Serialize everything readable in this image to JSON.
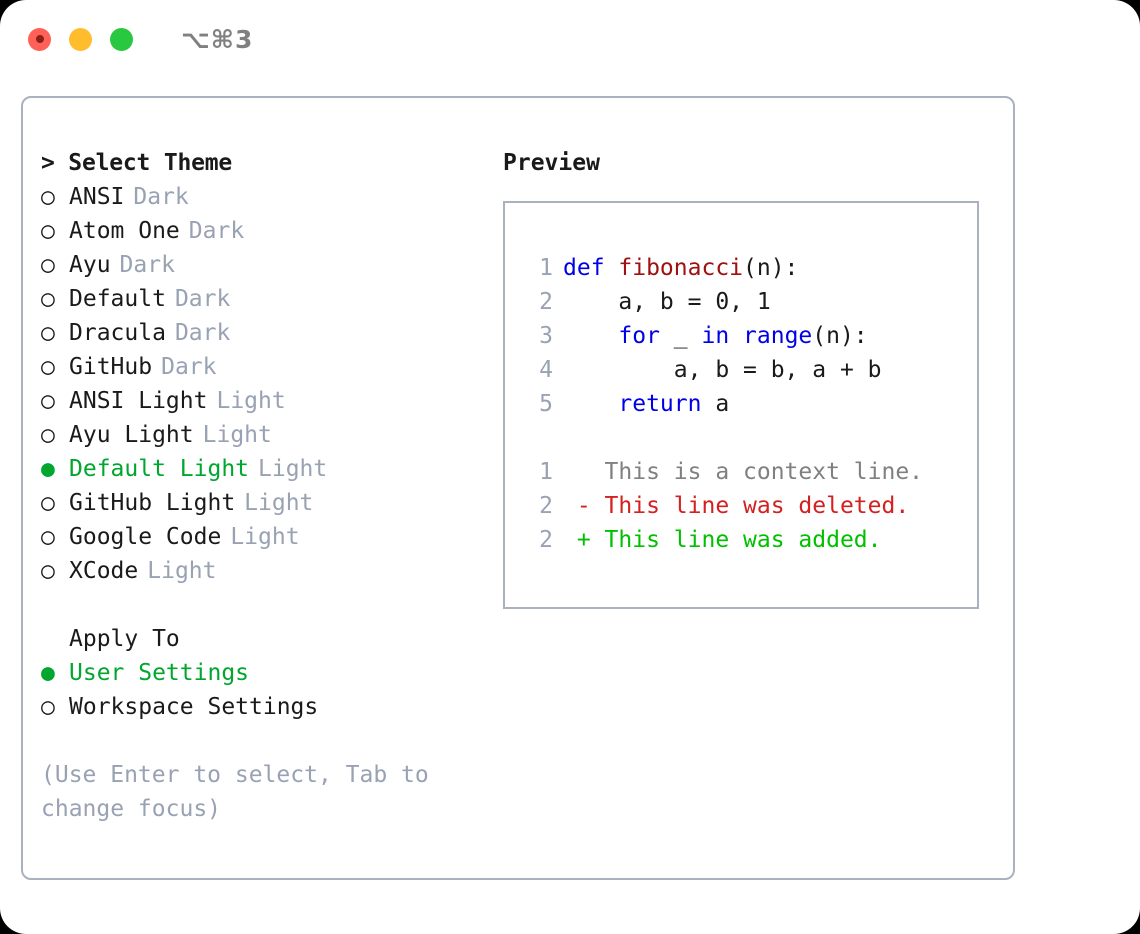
{
  "titlebar": {
    "shortcut": "⌥⌘3",
    "lights": [
      "close",
      "minimize",
      "maximize"
    ]
  },
  "theme_picker": {
    "header": "> Select Theme",
    "items": [
      {
        "marker": "○",
        "name": "ANSI",
        "tag": "Dark",
        "selected": false
      },
      {
        "marker": "○",
        "name": "Atom One",
        "tag": "Dark",
        "selected": false
      },
      {
        "marker": "○",
        "name": "Ayu",
        "tag": "Dark",
        "selected": false
      },
      {
        "marker": "○",
        "name": "Default",
        "tag": "Dark",
        "selected": false
      },
      {
        "marker": "○",
        "name": "Dracula",
        "tag": "Dark",
        "selected": false
      },
      {
        "marker": "○",
        "name": "GitHub",
        "tag": "Dark",
        "selected": false
      },
      {
        "marker": "○",
        "name": "ANSI Light",
        "tag": "Light",
        "selected": false
      },
      {
        "marker": "○",
        "name": "Ayu Light",
        "tag": "Light",
        "selected": false
      },
      {
        "marker": "●",
        "name": "Default Light",
        "tag": "Light",
        "selected": true
      },
      {
        "marker": "○",
        "name": "GitHub Light",
        "tag": "Light",
        "selected": false
      },
      {
        "marker": "○",
        "name": "Google Code",
        "tag": "Light",
        "selected": false
      },
      {
        "marker": "○",
        "name": "XCode",
        "tag": "Light",
        "selected": false
      }
    ]
  },
  "apply_to": {
    "header": "Apply To",
    "items": [
      {
        "marker": "●",
        "name": "User Settings",
        "selected": true
      },
      {
        "marker": "○",
        "name": "Workspace Settings",
        "selected": false
      }
    ]
  },
  "hint": "(Use Enter to select, Tab to change focus)",
  "preview": {
    "title": "Preview",
    "code_lines": [
      {
        "number": "1",
        "tokens": [
          {
            "text": "def ",
            "style": "kw"
          },
          {
            "text": "fibonacci",
            "style": "fn"
          },
          {
            "text": "(n):",
            "style": "plain"
          }
        ]
      },
      {
        "number": "2",
        "tokens": [
          {
            "text": "    a, b = 0, 1",
            "style": "plain"
          }
        ]
      },
      {
        "number": "3",
        "tokens": [
          {
            "text": "    ",
            "style": "plain"
          },
          {
            "text": "for",
            "style": "kw"
          },
          {
            "text": " _ ",
            "style": "plain"
          },
          {
            "text": "in range",
            "style": "kw"
          },
          {
            "text": "(n):",
            "style": "plain"
          }
        ]
      },
      {
        "number": "4",
        "tokens": [
          {
            "text": "        a, b = b, a + b",
            "style": "plain"
          }
        ]
      },
      {
        "number": "5",
        "tokens": [
          {
            "text": "    ",
            "style": "plain"
          },
          {
            "text": "return",
            "style": "kw"
          },
          {
            "text": " a",
            "style": "plain"
          }
        ]
      }
    ],
    "diff_lines": [
      {
        "number": "1",
        "tokens": [
          {
            "text": "   This is a context line.",
            "style": "ctx"
          }
        ]
      },
      {
        "number": "2",
        "tokens": [
          {
            "text": " - This line was deleted.",
            "style": "del"
          }
        ]
      },
      {
        "number": "2",
        "tokens": [
          {
            "text": " + This line was added.",
            "style": "add"
          }
        ]
      }
    ]
  },
  "colors": {
    "accent_green": "#00a62e",
    "muted": "#98a2b3",
    "border": "#aab2c0",
    "keyword_blue": "#0000e6",
    "function_red": "#a01010",
    "diff_delete": "#d42020",
    "diff_add": "#00c000",
    "light_red": "#ff6058",
    "light_yellow": "#ffbd2e",
    "light_green": "#28c840"
  }
}
